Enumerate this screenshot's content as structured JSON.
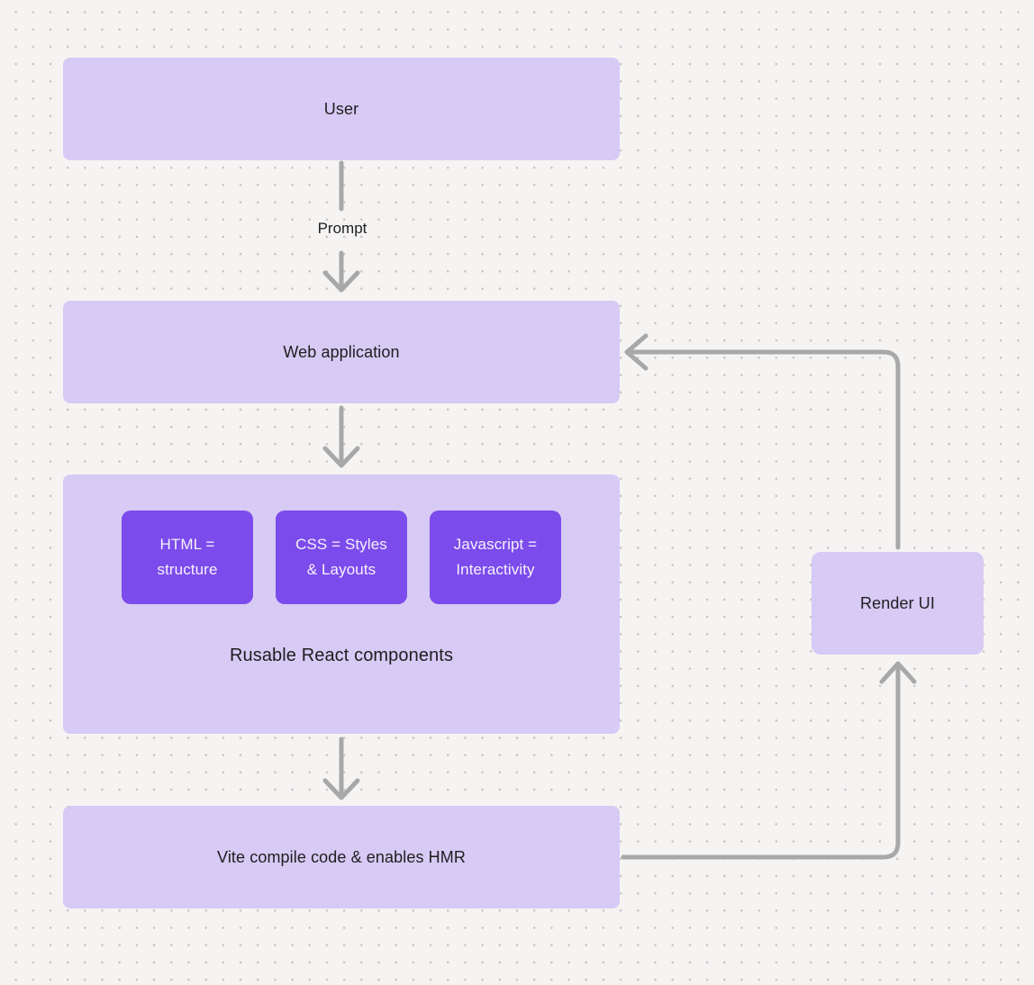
{
  "diagram": {
    "nodes": {
      "user": {
        "label": "User"
      },
      "web_app": {
        "label": "Web application"
      },
      "components_group": {
        "caption": "Rusable React components",
        "components": [
          {
            "label": "HTML = structure"
          },
          {
            "label": "CSS = Styles & Layouts"
          },
          {
            "label": "Javascript = Interactivity"
          }
        ]
      },
      "vite": {
        "label": "Vite compile code & enables HMR"
      },
      "render_ui": {
        "label": "Render UI"
      }
    },
    "edges": {
      "prompt_label": "Prompt"
    },
    "colors": {
      "background": "#f5f4f3",
      "dot": "#c5c3c3",
      "node_fill": "#d7caf4",
      "component_fill": "#7c4beb",
      "component_text": "#f6f2fd",
      "node_text": "#1e1e20",
      "arrow": "#a8a8a8"
    }
  }
}
